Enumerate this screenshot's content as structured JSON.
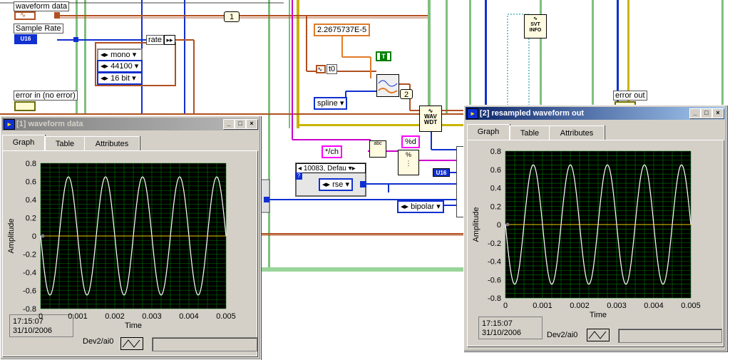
{
  "diagram": {
    "waveform_data_label": "waveform data",
    "sample_rate_label": "Sample Rate",
    "sample_rate_type": "U16",
    "error_in_label": "error in (no error)",
    "error_out_label": "error out",
    "rate_label": "rate",
    "mono": "mono",
    "rate_value": "44100",
    "bits": "16 bit",
    "const_dt": "2.2675737E-5",
    "t0_label": "t0",
    "interp": "spline",
    "num1": "1",
    "num2": "2",
    "bool_const": "T",
    "wav_node": "WAV WDT",
    "svt_node": "SVT INFO",
    "ch_format": "*/ch",
    "pct_d": "%d",
    "device_ring": "10083, Defau",
    "rse": "rse",
    "bipolar": "bipolar",
    "u16_indicator": "U16"
  },
  "window_left": {
    "title": "[1] waveform data",
    "tabs": [
      "Graph",
      "Table",
      "Attributes"
    ],
    "ylabel": "Amplitude",
    "xlabel": "Time",
    "timestamp_time": "17:15:07",
    "timestamp_date": "31/10/2006",
    "channel": "Dev2/ai0"
  },
  "window_right": {
    "title": "[2] resampled waveform out",
    "tabs": [
      "Graph",
      "Table",
      "Attributes"
    ],
    "ylabel": "Amplitude",
    "xlabel": "Time",
    "timestamp_time": "17:15:07",
    "timestamp_date": "31/10/2006",
    "channel": "Dev2/ai0"
  },
  "colors": {
    "plot_bg": "#000000",
    "grid": "#007a00",
    "trace": "#ffffff",
    "cursor": "#e8d000"
  },
  "chart_data": [
    {
      "type": "line",
      "title": "",
      "xlabel": "Time",
      "ylabel": "Amplitude",
      "xlim": [
        0,
        0.005
      ],
      "ylim": [
        -0.8,
        0.8
      ],
      "xticks": [
        "0",
        "0.001",
        "0.002",
        "0.003",
        "0.004",
        "0.005"
      ],
      "yticks": [
        "0.8",
        "0.6",
        "0.4",
        "0.2",
        "0",
        "-0.2",
        "-0.4",
        "-0.6",
        "-0.8"
      ],
      "series": [
        {
          "amplitude": 0.65,
          "frequency_hz": 1000,
          "phase_rad": 3.14
        }
      ],
      "grid": true
    },
    {
      "type": "line",
      "title": "",
      "xlabel": "Time",
      "ylabel": "Amplitude",
      "xlim": [
        0,
        0.005
      ],
      "ylim": [
        -0.8,
        0.8
      ],
      "xticks": [
        "0",
        "0.001",
        "0.002",
        "0.003",
        "0.004",
        "0.005"
      ],
      "yticks": [
        "0.8",
        "0.6",
        "0.4",
        "0.2",
        "0",
        "-0.2",
        "-0.4",
        "-0.6",
        "-0.8"
      ],
      "series": [
        {
          "amplitude": 0.65,
          "frequency_hz": 1000,
          "phase_rad": 3.14
        }
      ],
      "grid": true
    }
  ]
}
